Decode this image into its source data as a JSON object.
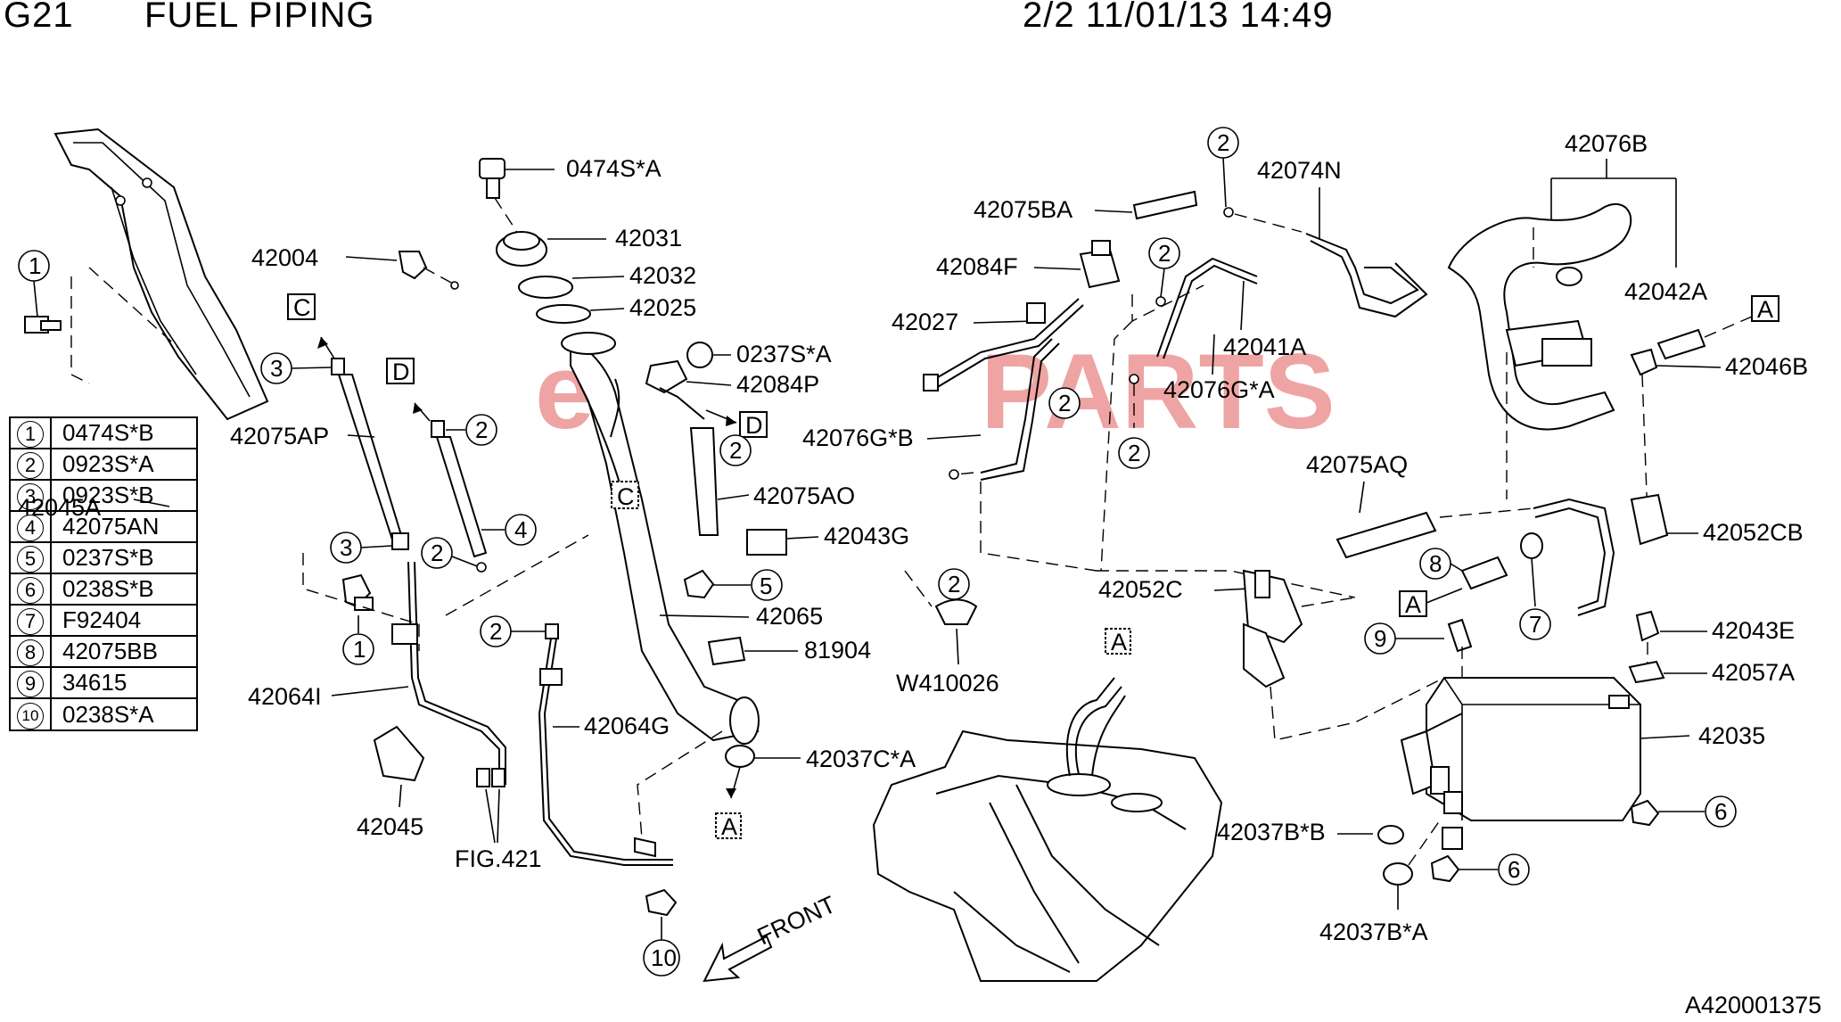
{
  "header": {
    "group_code": "G21",
    "title": "FUEL PIPING",
    "page_info": "2/2 11/01/13 14:49"
  },
  "watermark": {
    "text_left": "e",
    "text_right": "PARTS",
    "color": "#e35b5b"
  },
  "legend": [
    {
      "num": "1",
      "code": "0474S*B"
    },
    {
      "num": "2",
      "code": "0923S*A"
    },
    {
      "num": "3",
      "code": "0923S*B"
    },
    {
      "num": "4",
      "code": "42075AN"
    },
    {
      "num": "5",
      "code": "0237S*B"
    },
    {
      "num": "6",
      "code": "0238S*B"
    },
    {
      "num": "7",
      "code": "F92404"
    },
    {
      "num": "8",
      "code": "42075BB"
    },
    {
      "num": "9",
      "code": "34615"
    },
    {
      "num": "10",
      "code": "0238S*A"
    }
  ],
  "labels": {
    "l0474SA": "0474S*A",
    "l42031": "42031",
    "l42032": "42032",
    "l42025": "42025",
    "l42004": "42004",
    "l0237SA": "0237S*A",
    "l42084P": "42084P",
    "l42075AP": "42075AP",
    "l42045A": "42045A",
    "l42075AO": "42075AO",
    "l42043G": "42043G",
    "l42065": "42065",
    "l81904": "81904",
    "l42064I": "42064I",
    "l42064G": "42064G",
    "l42037CA": "42037C*A",
    "l42045": "42045",
    "lFIG421": "FIG.421",
    "lW410026": "W410026",
    "l42075BA": "42075BA",
    "l42074N": "42074N",
    "l42084F": "42084F",
    "l42027": "42027",
    "l42041A": "42041A",
    "l42076GA": "42076G*A",
    "l42076GB": "42076G*B",
    "l42076B": "42076B",
    "l42042A": "42042A",
    "l42075AQ": "42075AQ",
    "l42046B": "42046B",
    "l42052CB": "42052CB",
    "l42052C": "42052C",
    "l42043E": "42043E",
    "l42057A": "42057A",
    "l42035": "42035",
    "l42037BB": "42037B*B",
    "l42037BA": "42037B*A",
    "front": "FRONT",
    "docnum": "A420001375"
  },
  "callouts": {
    "one": "1",
    "two": "2",
    "three": "3",
    "four": "4",
    "five": "5",
    "six": "6",
    "seven": "7",
    "eight": "8",
    "nine": "9",
    "ten": "10"
  },
  "refs": {
    "A": "A",
    "C": "C",
    "D": "D"
  }
}
